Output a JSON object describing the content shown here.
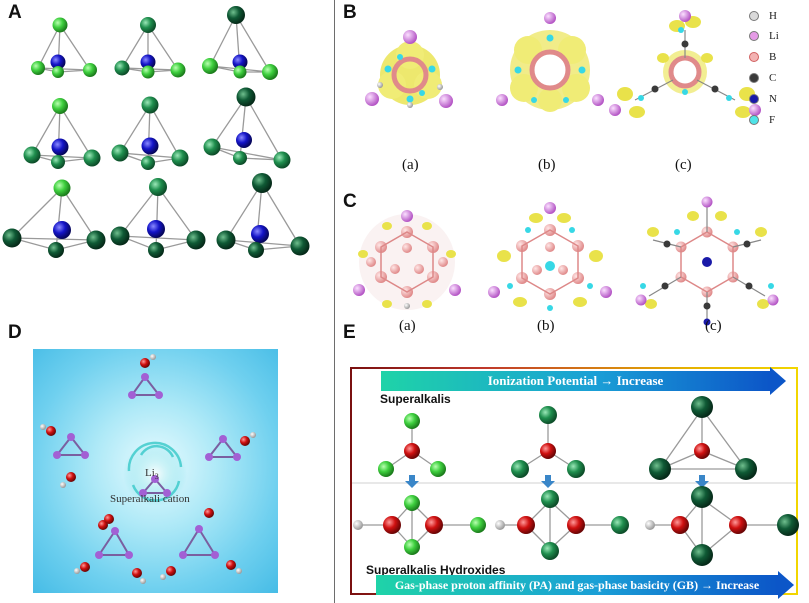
{
  "panels": {
    "a": "A",
    "b": "B",
    "c": "C",
    "d": "D",
    "e": "E"
  },
  "panel_b": {
    "labels": [
      "(a)",
      "(b)",
      "(c)"
    ]
  },
  "panel_c": {
    "labels": [
      "(a)",
      "(b)",
      "(c)"
    ]
  },
  "legend": [
    {
      "symbol": "H",
      "color": "#d9d9d9"
    },
    {
      "symbol": "Li",
      "color": "#e59be6"
    },
    {
      "symbol": "B",
      "color": "#f3b3b3"
    },
    {
      "symbol": "C",
      "color": "#3a3a3a"
    },
    {
      "symbol": "N",
      "color": "#1a1aa8"
    },
    {
      "symbol": "F",
      "color": "#4fe3e8"
    }
  ],
  "panel_d": {
    "center_label": "Li",
    "center_subscript": "3",
    "caption": "Superalkali cation"
  },
  "panel_e": {
    "top_arrow": "Ionization Potential → Increase",
    "superalkalis_label": "Superalkalis",
    "hydroxides_label": "Superalkalis Hydroxides",
    "bottom_arrow": "Gas-phase proton affinity (PA) and gas-phase basicity (GB) → Increase"
  },
  "colors": {
    "li_green": "#3ecf3e",
    "na_green": "#1f8f4e",
    "k_green": "#0f5a35",
    "n_blue": "#1414c8",
    "o_red": "#d01010",
    "isosurface_yellow": "#e9e24a",
    "isosurface_cyan": "#37d8e6"
  }
}
